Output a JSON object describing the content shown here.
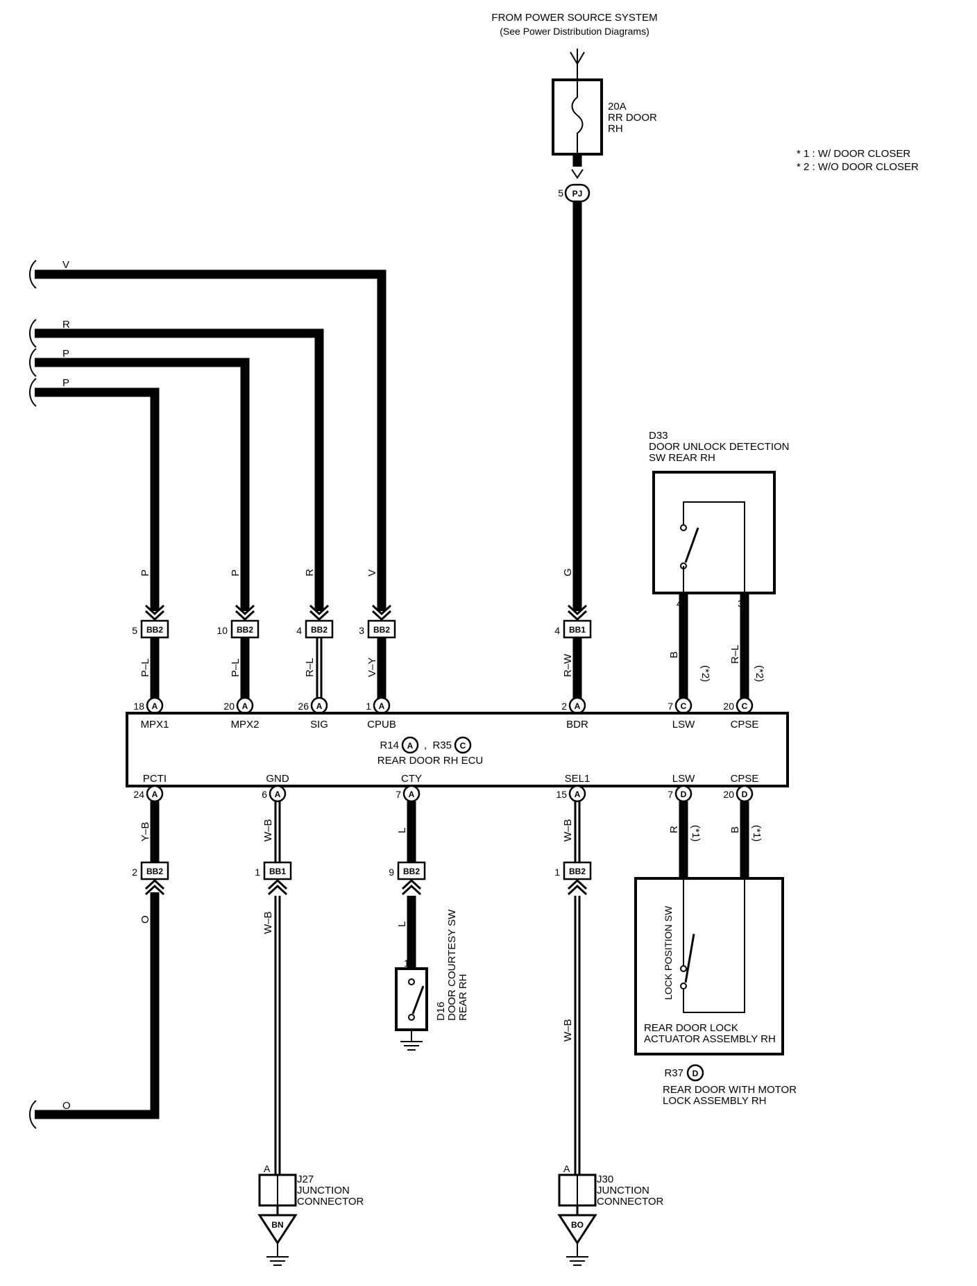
{
  "power": {
    "title": "FROM POWER SOURCE SYSTEM",
    "subtitle": "(See Power Distribution Diagrams)"
  },
  "fuse": {
    "rating": "20A",
    "name1": "RR DOOR",
    "name2": "RH"
  },
  "notes": {
    "n1": "* 1 : W/ DOOR CLOSER",
    "n2": "* 2 : W/O DOOR CLOSER"
  },
  "pj": {
    "pin": "5",
    "code": "PJ"
  },
  "left_wires": {
    "v": "V",
    "r": "R",
    "p1": "P",
    "p2": "P",
    "o": "O"
  },
  "top_connectors": [
    {
      "pin": "5",
      "code": "BB2",
      "wire_in": "P",
      "wire_out": "P–L",
      "ecu_pin": "18",
      "ecu_code": "A",
      "terminal": "MPX1"
    },
    {
      "pin": "10",
      "code": "BB2",
      "wire_in": "P",
      "wire_out": "P–L",
      "ecu_pin": "20",
      "ecu_code": "A",
      "terminal": "MPX2"
    },
    {
      "pin": "4",
      "code": "BB2",
      "wire_in": "R",
      "wire_out": "R–L",
      "ecu_pin": "26",
      "ecu_code": "A",
      "terminal": "SIG"
    },
    {
      "pin": "3",
      "code": "BB2",
      "wire_in": "V",
      "wire_out": "V–Y",
      "ecu_pin": "1",
      "ecu_code": "A",
      "terminal": "CPUB"
    },
    {
      "pin": "4",
      "code": "BB1",
      "wire_in": "G",
      "wire_out": "R–W",
      "ecu_pin": "2",
      "ecu_code": "A",
      "terminal": "BDR"
    }
  ],
  "d33": {
    "id": "D33",
    "name1": "DOOR UNLOCK DETECTION",
    "name2": "SW REAR RH",
    "pin_l": "4",
    "pin_r": "3",
    "wire_l": "B",
    "note_l": "(*2)",
    "wire_r": "R–L",
    "note_r": "(*2)"
  },
  "ecu_top_right": [
    {
      "pin": "7",
      "code": "C",
      "terminal": "LSW"
    },
    {
      "pin": "20",
      "code": "C",
      "terminal": "CPSE"
    }
  ],
  "ecu": {
    "r14": "R14",
    "r14_code": "A",
    "sep": ",",
    "r35": "R35",
    "r35_code": "C",
    "name": "REAR DOOR RH ECU"
  },
  "bottom_terms": [
    {
      "terminal": "PCTI",
      "pin": "24",
      "code": "A",
      "wire": "Y–B"
    },
    {
      "terminal": "GND",
      "pin": "6",
      "code": "A",
      "wire": "W–B"
    },
    {
      "terminal": "CTY",
      "pin": "7",
      "code": "A",
      "wire": "L"
    },
    {
      "terminal": "SEL1",
      "pin": "15",
      "code": "A",
      "wire": "W–B"
    },
    {
      "terminal": "LSW",
      "pin": "7",
      "code": "D",
      "wire": "R",
      "note": "(*1)"
    },
    {
      "terminal": "CPSE",
      "pin": "20",
      "code": "D",
      "wire": "B",
      "note": "(*1)"
    }
  ],
  "bottom_connectors": [
    {
      "pin": "2",
      "code": "BB2",
      "wire": "O"
    },
    {
      "pin": "1",
      "code": "BB1",
      "wire": "W–B"
    },
    {
      "pin": "9",
      "code": "BB2",
      "wire": "L"
    },
    {
      "pin": "1",
      "code": "BB2",
      "wire": "W–B"
    }
  ],
  "d16": {
    "pin": "1",
    "id": "D16",
    "name1": "DOOR COURTESY SW",
    "name2": "REAR RH"
  },
  "actuator": {
    "sw_label": "LOCK POSITION SW",
    "name1": "REAR DOOR LOCK",
    "name2": "ACTUATOR ASSEMBLY RH"
  },
  "r37": {
    "id": "R37",
    "code": "D",
    "name1": "REAR DOOR WITH MOTOR",
    "name2": "LOCK ASSEMBLY RH"
  },
  "j27": {
    "pin": "A",
    "id": "J27",
    "name1": "JUNCTION",
    "name2": "CONNECTOR",
    "ground": "BN"
  },
  "j30": {
    "pin": "A",
    "id": "J30",
    "name1": "JUNCTION",
    "name2": "CONNECTOR",
    "ground": "BO"
  }
}
